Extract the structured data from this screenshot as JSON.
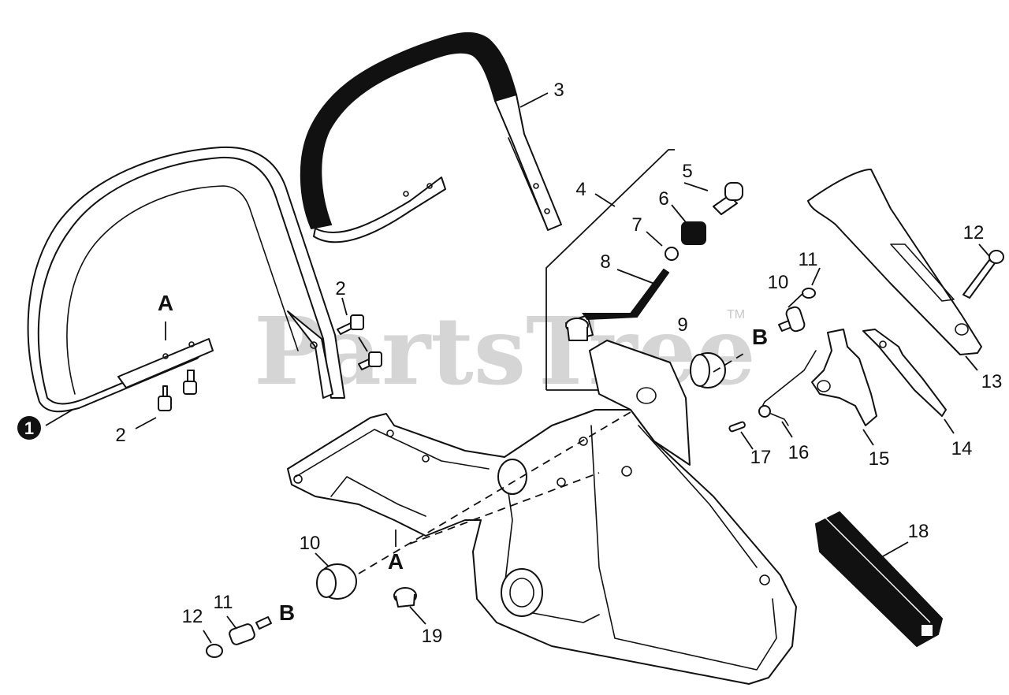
{
  "diagram": {
    "watermark": "PartsTree",
    "trademark": "TM",
    "marker_badge": "1",
    "part_labels": {
      "p1": "1",
      "p2a": "2",
      "p2b": "2",
      "p3": "3",
      "p4": "4",
      "p5": "5",
      "p6": "6",
      "p7": "7",
      "p8": "8",
      "p9": "9",
      "p10a": "10",
      "p10b": "10",
      "p11a": "11",
      "p11b": "11",
      "p12a": "12",
      "p12b": "12",
      "p13": "13",
      "p14": "14",
      "p15": "15",
      "p16": "16",
      "p17": "17",
      "p18": "18",
      "p19": "19"
    },
    "reference_letters": {
      "a1": "A",
      "a2": "A",
      "b1": "B",
      "b2": "B"
    }
  }
}
